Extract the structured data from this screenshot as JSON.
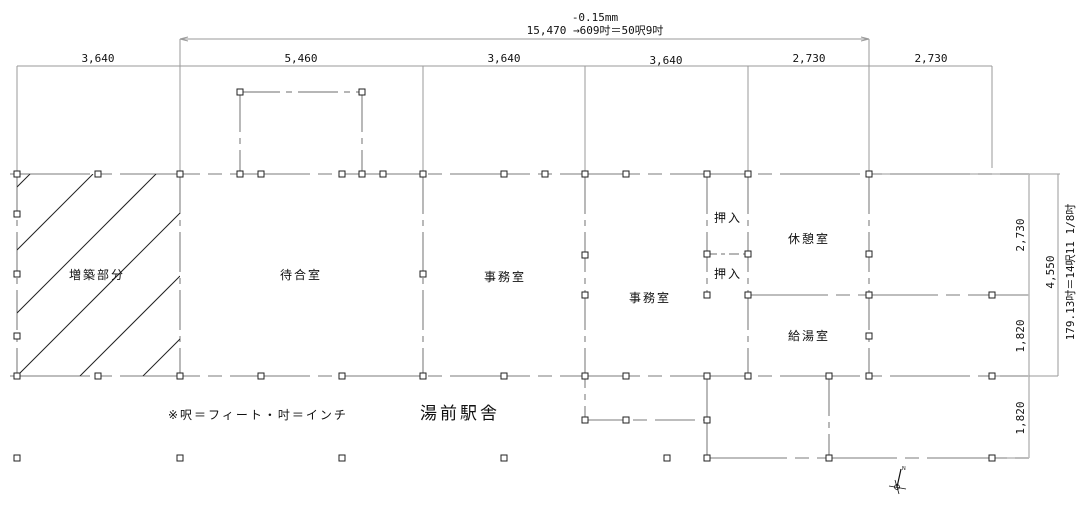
{
  "drawing": {
    "title": "湯前駅舎",
    "note": "※呎＝フィート・吋＝インチ"
  },
  "dimensions": {
    "top_overall": {
      "correction": "-0.15mm",
      "value": "15,470 →609吋＝50呎9吋"
    },
    "top_segments": [
      "3,640",
      "5,460",
      "3,640",
      "3,640",
      "2,730",
      "2,730"
    ],
    "right_segments": [
      "2,730",
      "1,820",
      "1,820"
    ],
    "right_total": "4,550",
    "right_overall": "179.13吋＝14呎11 1/8吋"
  },
  "rooms": {
    "extension": "増築部分",
    "waiting_room": "待合室",
    "office_1": "事務室",
    "office_2": "事務室",
    "closet_1": "押入",
    "closet_2": "押入",
    "rest_room": "休憩室",
    "kitchenette": "給湯室"
  },
  "colors": {
    "grid_line": "#bdbdbd",
    "wall_line": "#8a8a8a",
    "text": "#111111",
    "background": "#ffffff"
  }
}
